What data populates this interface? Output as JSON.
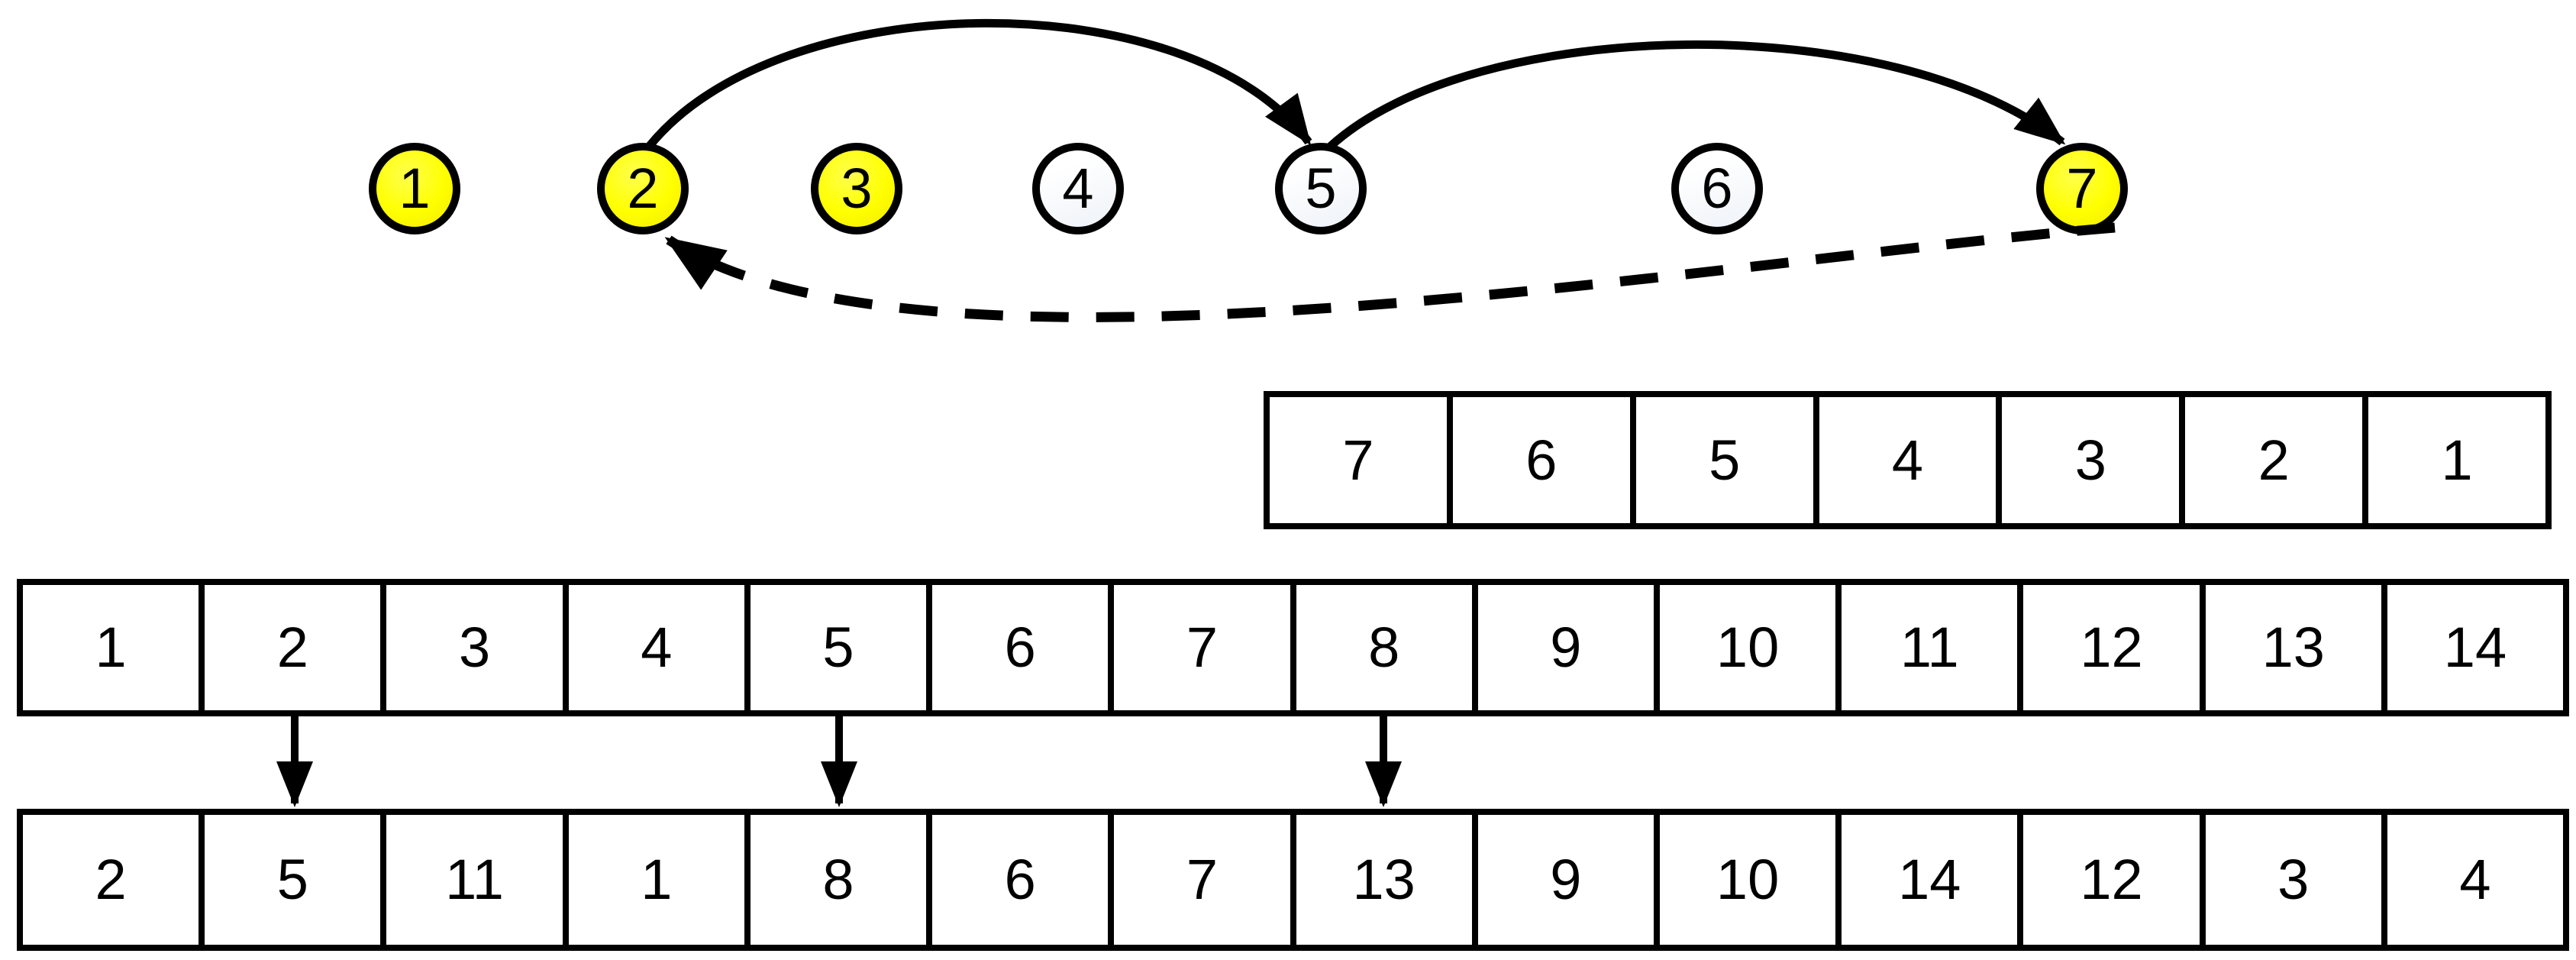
{
  "colors": {
    "highlight": "#ffff00",
    "plain": "#ffffff",
    "line": "#000000"
  },
  "nodes": {
    "items": [
      {
        "label": "1",
        "state": "highlighted"
      },
      {
        "label": "2",
        "state": "highlighted"
      },
      {
        "label": "3",
        "state": "highlighted"
      },
      {
        "label": "4",
        "state": "plain"
      },
      {
        "label": "5",
        "state": "plain"
      },
      {
        "label": "6",
        "state": "plain"
      },
      {
        "label": "7",
        "state": "highlighted"
      }
    ]
  },
  "arrays": {
    "countdown": {
      "cells": [
        "7",
        "6",
        "5",
        "4",
        "3",
        "2",
        "1"
      ]
    },
    "source": {
      "cells": [
        "1",
        "2",
        "3",
        "4",
        "5",
        "6",
        "7",
        "8",
        "9",
        "10",
        "11",
        "12",
        "13",
        "14"
      ]
    },
    "result": {
      "cells": [
        "2",
        "5",
        "11",
        "1",
        "8",
        "6",
        "7",
        "13",
        "9",
        "10",
        "14",
        "12",
        "3",
        "4"
      ]
    }
  },
  "edges": {
    "hop_1": {
      "from": "2",
      "to": "5",
      "style": "solid"
    },
    "hop_2": {
      "from": "5",
      "to": "7",
      "style": "solid"
    },
    "back": {
      "from": "7",
      "to": "2",
      "style": "dashed"
    },
    "drops": [
      {
        "source_cell": "2",
        "result_cell": "2"
      },
      {
        "source_cell": "5",
        "result_cell": "5"
      },
      {
        "source_cell": "8",
        "result_cell": "8"
      }
    ]
  }
}
